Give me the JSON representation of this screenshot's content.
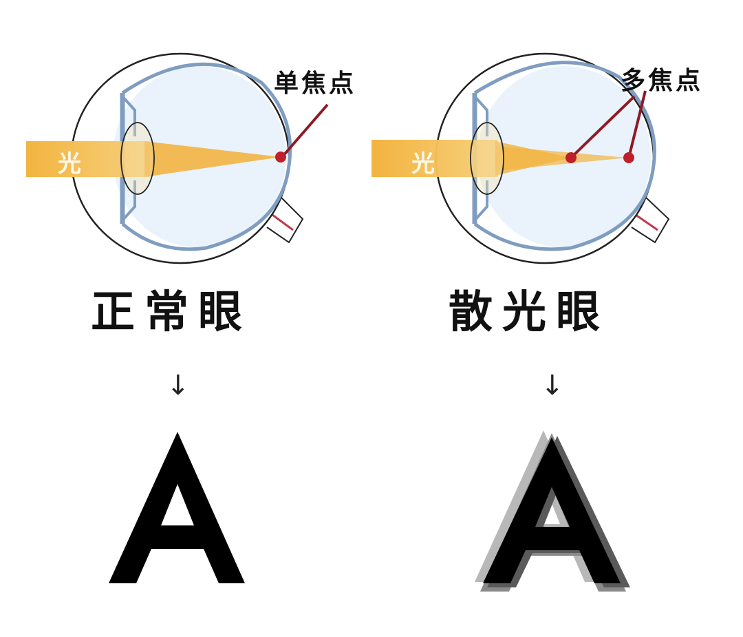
{
  "normal": {
    "callout": "单焦点",
    "light_label": "光",
    "title": "正常眼",
    "arrow": "↓",
    "letter": "A"
  },
  "astigmatic": {
    "callout": "多焦点",
    "light_label": "光",
    "title": "散光眼",
    "arrow": "↓",
    "letter": "A"
  },
  "colors": {
    "sclera_outline": "#222222",
    "retina": "#7f9dc0",
    "eye_fill": "#eaf3fb",
    "light_beam": "#f2b441",
    "focus_point": "#c0202a",
    "pointer": "#8e1a25",
    "text": "#111111"
  }
}
